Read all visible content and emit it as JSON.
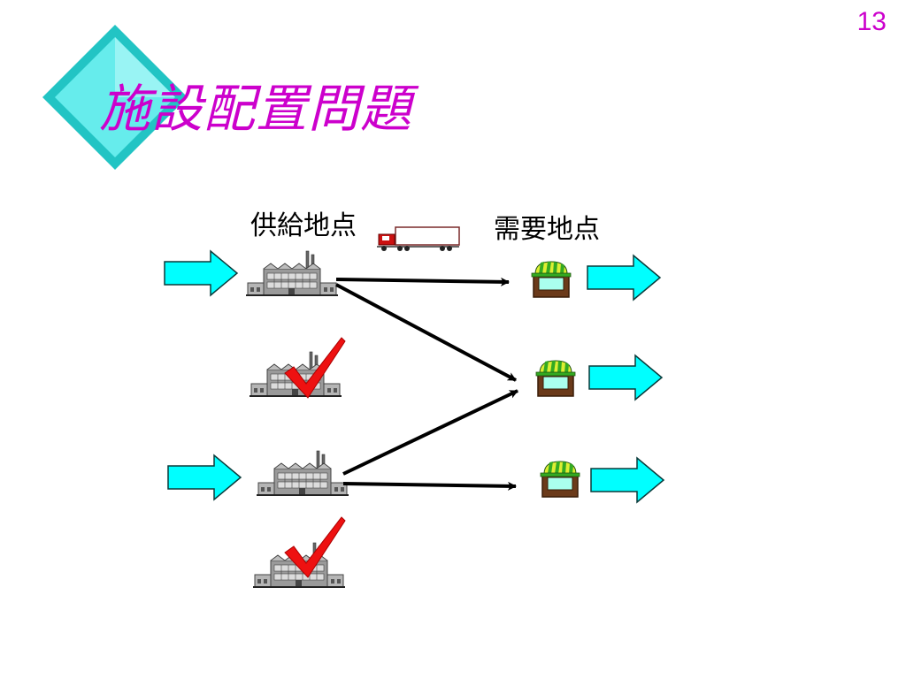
{
  "slide": {
    "page_number": "13",
    "title": "施設配置問題"
  },
  "labels": {
    "supply": "供給地点",
    "demand": "需要地点"
  },
  "colors": {
    "title": "#cc00cc",
    "diamond": "#33dddd",
    "flow_arrow_fill": "#00ffff",
    "flow_arrow_stroke": "#0a3a3a",
    "route_arrow": "#000000",
    "check_mark": "#ee1111",
    "truck_cab": "#cc1111",
    "store_awning_green": "#33aa22",
    "store_awning_yellow": "#ddee33",
    "store_body": "#6b3a1a",
    "store_window": "#aaffee",
    "factory_gray": "#888888"
  },
  "icons": [
    "factory-icon",
    "store-icon",
    "truck-icon",
    "check-mark-icon",
    "diamond-icon"
  ]
}
